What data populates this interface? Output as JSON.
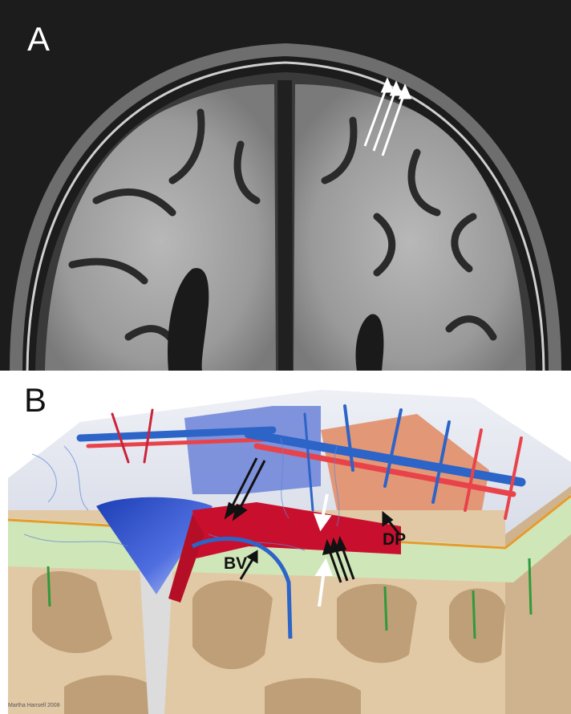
{
  "panel_a": {
    "letter": "A"
  },
  "panel_b": {
    "letter": "B",
    "labels": {
      "bv": "BV",
      "dp": "DP"
    },
    "credit": "Martha Hansell 2008"
  }
}
